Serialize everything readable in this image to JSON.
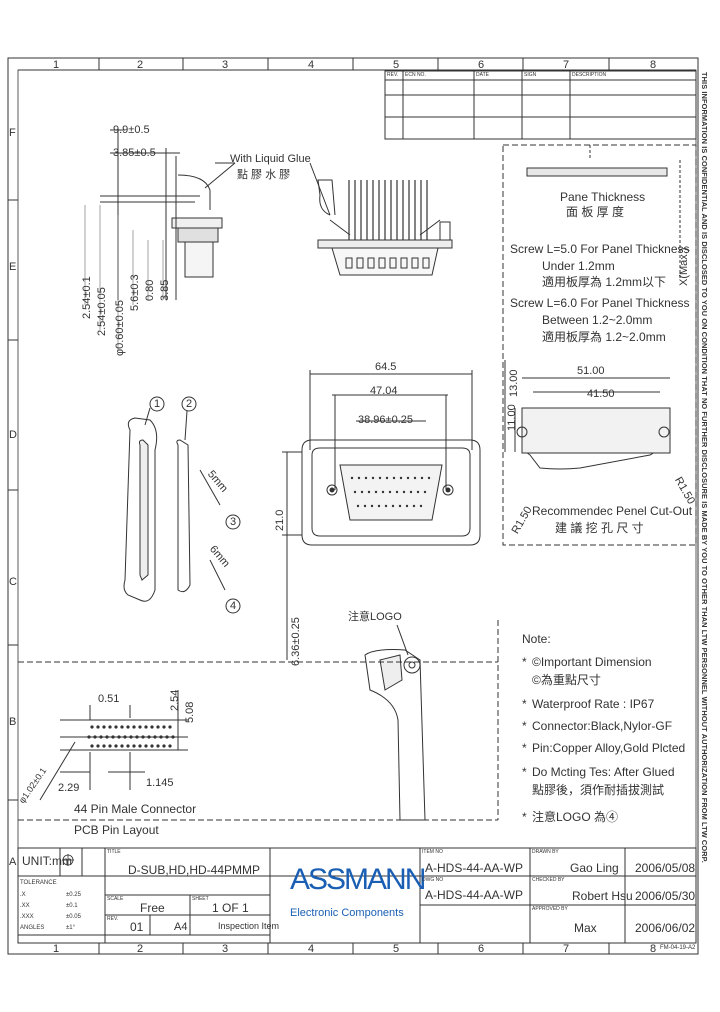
{
  "border": {
    "columns": [
      "1",
      "2",
      "3",
      "4",
      "5",
      "6",
      "7",
      "8"
    ],
    "rows": [
      "F",
      "E",
      "D",
      "C",
      "B",
      "A"
    ]
  },
  "confidential_notice": "THIS INFORMATION IS CONFIDENTIAL AND IS DISCLOSED TO YOU ON CONDITION THAT NO FURTHER DISCLOSURE IS MADE BY YOU TO OTHER THAN LTW PERSONNEL WITHOUT AUTHORIZATION FROM LTW CORP.",
  "revision_table": {
    "headers": [
      "REV.",
      "ECN NO.",
      "DATE",
      "SIGN",
      "DESCRIPTION"
    ]
  },
  "top_view": {
    "dim_a": "9.9±0.5",
    "dim_b": "3.85±0.5",
    "glue_note_en": "With Liquid Glue",
    "glue_note_zh": "點 膠 水 膠",
    "vertical_dims": [
      "2.54±0.1",
      "2.54±0.05",
      "φ0.60±0.05",
      "5.6±0.3",
      "0.80",
      "3.85"
    ]
  },
  "front_view": {
    "dim_width_outer": "64.5",
    "dim_width_mid": "47.04",
    "dim_width_inner": "38.96±0.25",
    "dim_height": "21.0",
    "dim_height_sub": "6.36±0.25"
  },
  "panel": {
    "title_en": "Pane Thickness",
    "title_zh": "面 板 厚 度",
    "max_label": "X(Max.)",
    "screw1_en": "Screw L=5.0 For Panel Thickness",
    "screw1_sub": "Under 1.2mm",
    "screw1_zh": "適用板厚為 1.2mm以下",
    "screw2_en": "Screw L=6.0 For Panel Thickness",
    "screw2_sub": "Between 1.2~2.0mm",
    "screw2_zh": "適用板厚為 1.2~2.0mm"
  },
  "cutout": {
    "dim_w1": "51.00",
    "dim_w2": "41.50",
    "dim_h1": "13.00",
    "dim_h2": "11.00",
    "radius_left": "R1.50",
    "radius_right": "R1.50",
    "caption_en": "Recommendec Penel Cut-Out",
    "caption_zh": "建 議 挖 孔 尺 寸"
  },
  "callouts": {
    "c1": "1",
    "c2": "2",
    "c3": "3",
    "c4": "4",
    "len_a": "5mm",
    "len_b": "6mm"
  },
  "logo_view": {
    "label": "注意LOGO"
  },
  "pcb": {
    "dim_pitch": "0.51",
    "dim_v1": "2.54",
    "dim_v2": "5.08",
    "dim_hole": "φ1.02±0.1",
    "dim_bottom_left": "2.29",
    "dim_bottom_right": "1.145",
    "caption1": "44 Pin Male Connector",
    "caption2": "PCB Pin Layout"
  },
  "notes": {
    "heading": "Note:",
    "items": [
      "©Important Dimension",
      "©為重點尺寸",
      "Waterproof Rate : IP67",
      "Connector:Black,Nylor-GF",
      "Pin:Copper Alloy,Gold Plcted",
      "Do Mcting Tes: After Glued",
      "點膠後，須作耐插拔測試",
      "注意LOGO 為④"
    ]
  },
  "title_block": {
    "unit": "UNIT:mm",
    "tolerance_label": "TOLERANCE",
    "tolerances": [
      [
        ".X",
        "±0.25"
      ],
      [
        ".XX",
        "±0.1"
      ],
      [
        ".XXX",
        "±0.05"
      ],
      [
        "ANGLES",
        "±1°"
      ]
    ],
    "title_label": "TITLE",
    "title": "D-SUB,HD,HD-44PMMP",
    "scale_label": "SCALE",
    "scale": "Free",
    "sheet_label": "SHEET",
    "sheet": "1 OF 1",
    "rev_label": "REV.",
    "rev": "01",
    "size": "A4",
    "inspection": "Inspection Item",
    "brand": "ASSMANN",
    "brand_sub": "Electronic Components",
    "item_no_label": "ITEM NO",
    "item_no": "A-HDS-44-AA-WP",
    "dwg_no_label": "DWG NO",
    "dwg_no": "A-HDS-44-AA-WP",
    "drawn_by_label": "DRAWN BY",
    "drawn_by": "Gao Ling",
    "drawn_date": "2006/05/08",
    "checked_by_label": "CHECKED BY",
    "checked_by": "Robert Hsu",
    "checked_date": "2006/05/30",
    "approved_by_label": "APPROVED BY",
    "approved_by": "Max",
    "approved_date": "2006/06/02",
    "form_no": "FM-04-19-A2"
  },
  "colors": {
    "line": "#333333",
    "brand": "#1a5fb4"
  }
}
